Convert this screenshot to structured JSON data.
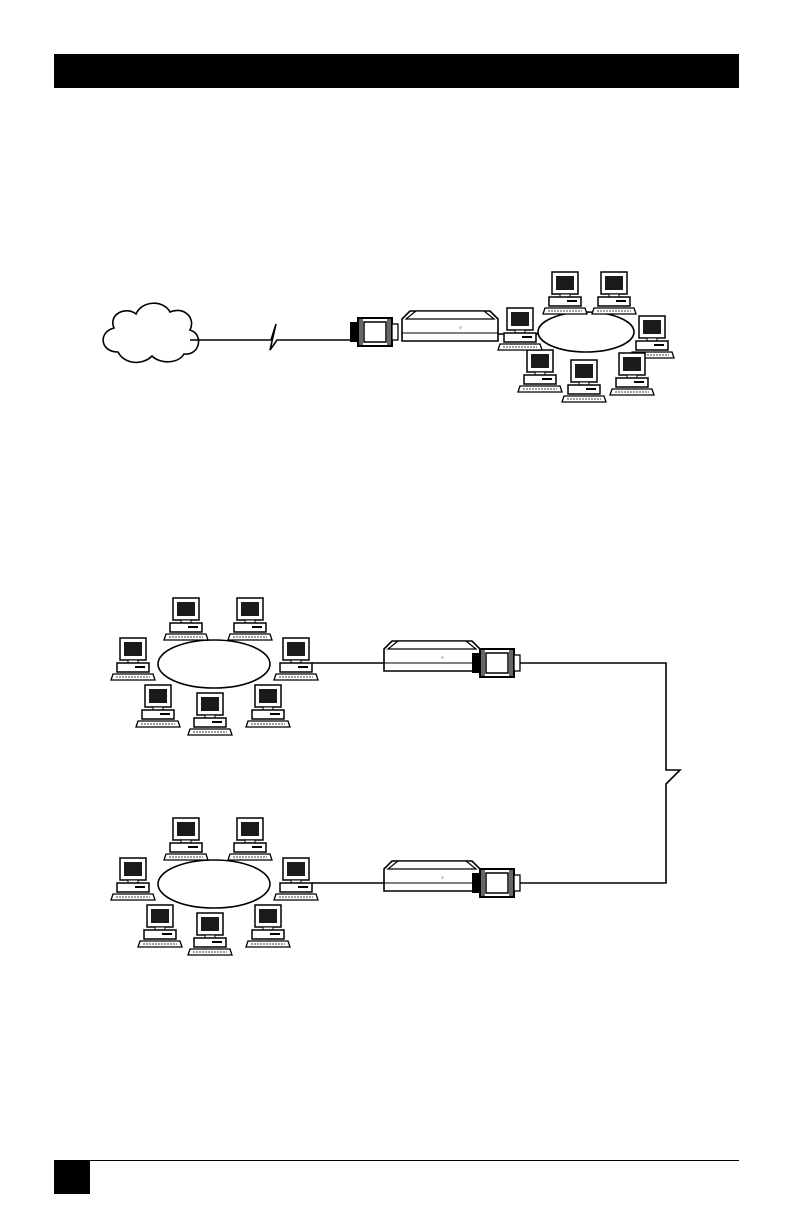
{
  "colors": {
    "ink": "#000000",
    "paper": "#ffffff",
    "screen": "#1a1a1a"
  },
  "icons": {
    "workstation": "computer-workstation-icon",
    "cloud": "network-cloud-icon",
    "router": "router-box-icon",
    "adapter": "interface-adapter-icon",
    "wan_break": "wan-link-break-icon",
    "lan_ring": "lan-ring-icon"
  },
  "diagrams": [
    {
      "name": "top-diagram",
      "has_cloud": true,
      "lans": 1
    },
    {
      "name": "bottom-diagram",
      "has_cloud": false,
      "lans": 2
    }
  ]
}
